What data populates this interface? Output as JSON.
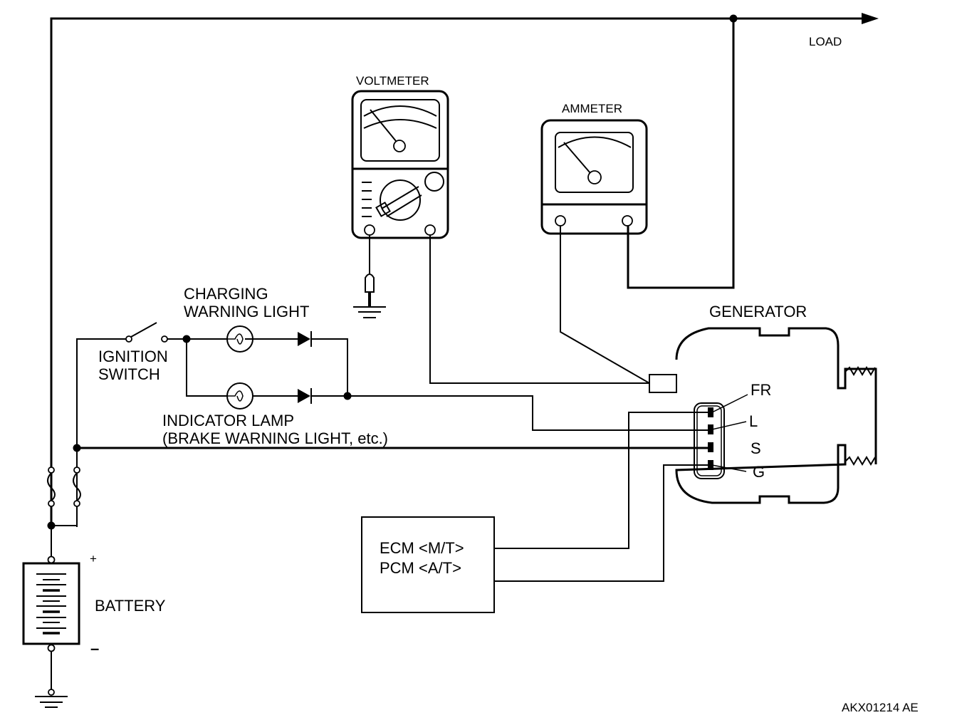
{
  "diagram": {
    "title": "Charging system circuit",
    "labels": {
      "load": "LOAD",
      "voltmeter": "VOLTMETER",
      "ammeter": "AMMETER",
      "charging_warning_light_1": "CHARGING",
      "charging_warning_light_2": "WARNING LIGHT",
      "ignition_switch_1": "IGNITION",
      "ignition_switch_2": "SWITCH",
      "indicator_lamp_1": "INDICATOR LAMP",
      "indicator_lamp_2": "(BRAKE WARNING LIGHT, etc.)",
      "generator": "GENERATOR",
      "terminal_fr": "FR",
      "terminal_l": "L",
      "terminal_s": "S",
      "terminal_g": "G",
      "ecm_1": "ECM <M/T>",
      "ecm_2": "PCM <A/T>",
      "battery": "BATTERY",
      "battery_plus": "+",
      "battery_minus": "–",
      "figure_code": "AKX01214 AE"
    },
    "components": [
      {
        "id": "battery",
        "type": "battery"
      },
      {
        "id": "fuse-1",
        "type": "fuse"
      },
      {
        "id": "fuse-2",
        "type": "fuse"
      },
      {
        "id": "ignition-switch",
        "type": "switch"
      },
      {
        "id": "charging-warning-light",
        "type": "lamp"
      },
      {
        "id": "indicator-lamp",
        "type": "lamp"
      },
      {
        "id": "diode-1",
        "type": "diode"
      },
      {
        "id": "diode-2",
        "type": "diode"
      },
      {
        "id": "voltmeter",
        "type": "meter"
      },
      {
        "id": "ammeter",
        "type": "meter"
      },
      {
        "id": "generator",
        "type": "generator",
        "terminals": [
          "FR",
          "L",
          "S",
          "G"
        ]
      },
      {
        "id": "ecm-pcm",
        "type": "control-module"
      }
    ]
  }
}
